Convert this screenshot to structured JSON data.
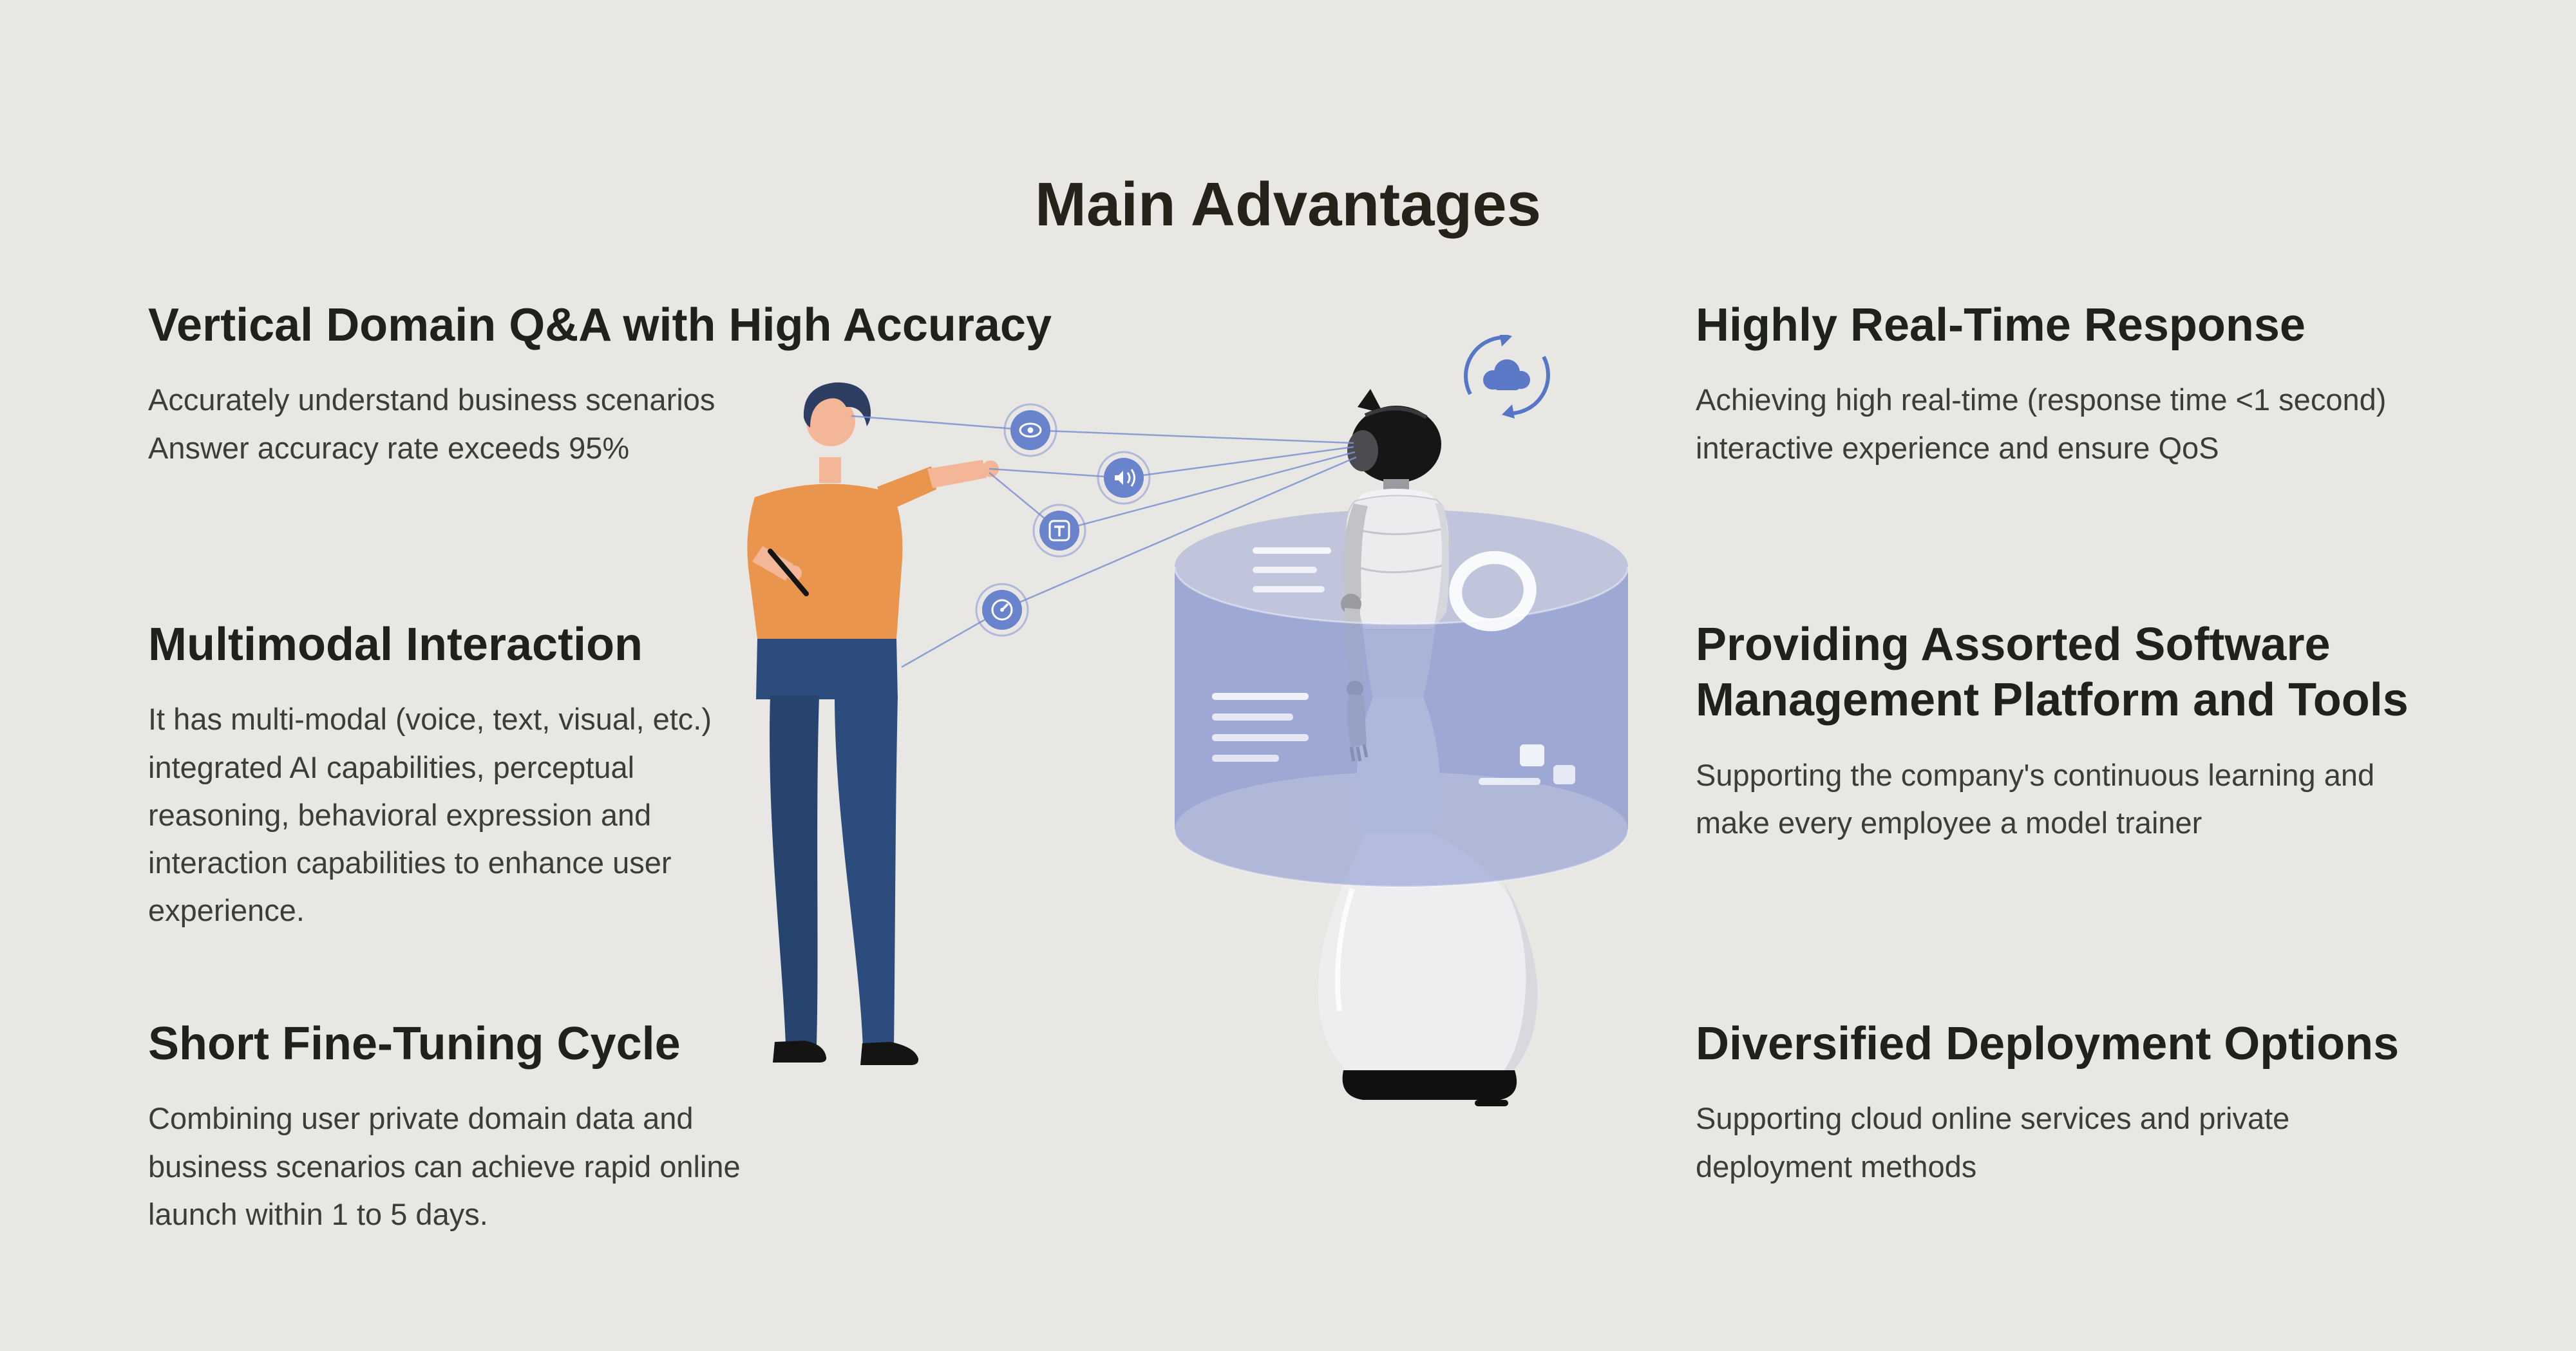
{
  "page": {
    "title": "Main Advantages",
    "background_color": "#e8e7e4",
    "heading_color": "#21201d",
    "body_color": "#3e3c39"
  },
  "advantages": {
    "left": [
      {
        "title": "Vertical Domain Q&A with High Accuracy",
        "body": "Accurately understand business scenarios\nAnswer accuracy rate exceeds 95%"
      },
      {
        "title": "Multimodal Interaction",
        "body": "It has multi-modal (voice, text, visual, etc.) integrated AI capabilities, perceptual reasoning, behavioral expression and interaction capabilities to enhance user experience."
      },
      {
        "title": "Short Fine-Tuning Cycle",
        "body": "Combining user private domain data and business scenarios can achieve rapid online launch within 1 to 5 days."
      }
    ],
    "right": [
      {
        "title": "Highly Real-Time Response",
        "body": "Achieving high real-time (response time <1 second) interactive experience and ensure QoS"
      },
      {
        "title": "Providing Assorted Software Management Platform and Tools",
        "body": "Supporting the company's continuous learning and make every employee a model trainer"
      },
      {
        "title": "Diversified Deployment Options",
        "body": "Supporting cloud online services and private deployment methods"
      }
    ]
  },
  "illustration": {
    "description": "person interacting with service robot through multimodal hologram ring",
    "icons": [
      {
        "name": "eye-icon"
      },
      {
        "name": "audio-icon"
      },
      {
        "name": "text-icon"
      },
      {
        "name": "gauge-icon"
      },
      {
        "name": "cloud-sync-icon"
      }
    ],
    "colors": {
      "icon_blue": "#6983cd",
      "connector_blue": "#7e92d2",
      "ring_blue": "#7d8ed0",
      "shirt_orange": "#e9954e",
      "pants_navy": "#2b4c7c",
      "skin": "#f3b697",
      "robot_black": "#161616",
      "robot_body": "#ececee"
    }
  }
}
